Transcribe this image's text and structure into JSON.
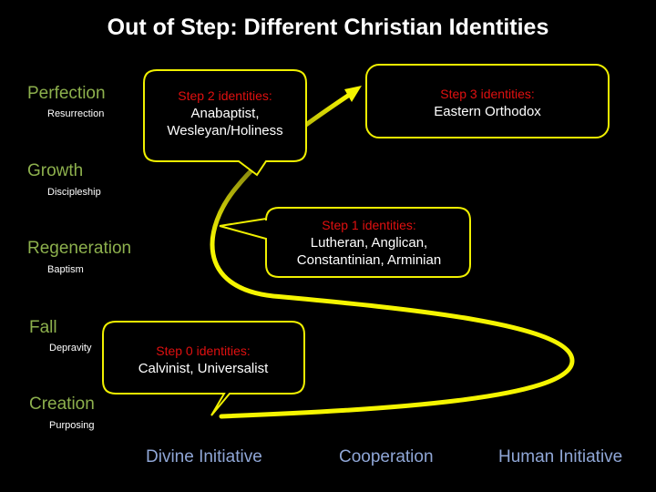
{
  "title": "Out of Step: Different Christian Identities",
  "stages": [
    {
      "name": "Perfection",
      "sub": "Resurrection"
    },
    {
      "name": "Growth",
      "sub": "Discipleship"
    },
    {
      "name": "Regeneration",
      "sub": "Baptism"
    },
    {
      "name": "Fall",
      "sub": "Depravity"
    },
    {
      "name": "Creation",
      "sub": "Purposing"
    }
  ],
  "axis": [
    "Divine Initiative",
    "Cooperation",
    "Human Initiative"
  ],
  "boxes": [
    {
      "heading": "Step 2 identities:",
      "lines": [
        "Anabaptist,",
        "Wesleyan/Holiness"
      ]
    },
    {
      "heading": "Step 3 identities:",
      "lines": [
        "Eastern Orthodox"
      ]
    },
    {
      "heading": "Step 1 identities:",
      "lines": [
        "Lutheran, Anglican,",
        "Constantinian, Arminian"
      ]
    },
    {
      "heading": "Step 0 identities:",
      "lines": [
        "Calvinist, Universalist"
      ]
    }
  ],
  "colors": {
    "stage": "#8db04d",
    "axis": "#8fa6d6",
    "heading": "#e01010",
    "path": "#f5f500",
    "box_border": "#f0f000"
  }
}
